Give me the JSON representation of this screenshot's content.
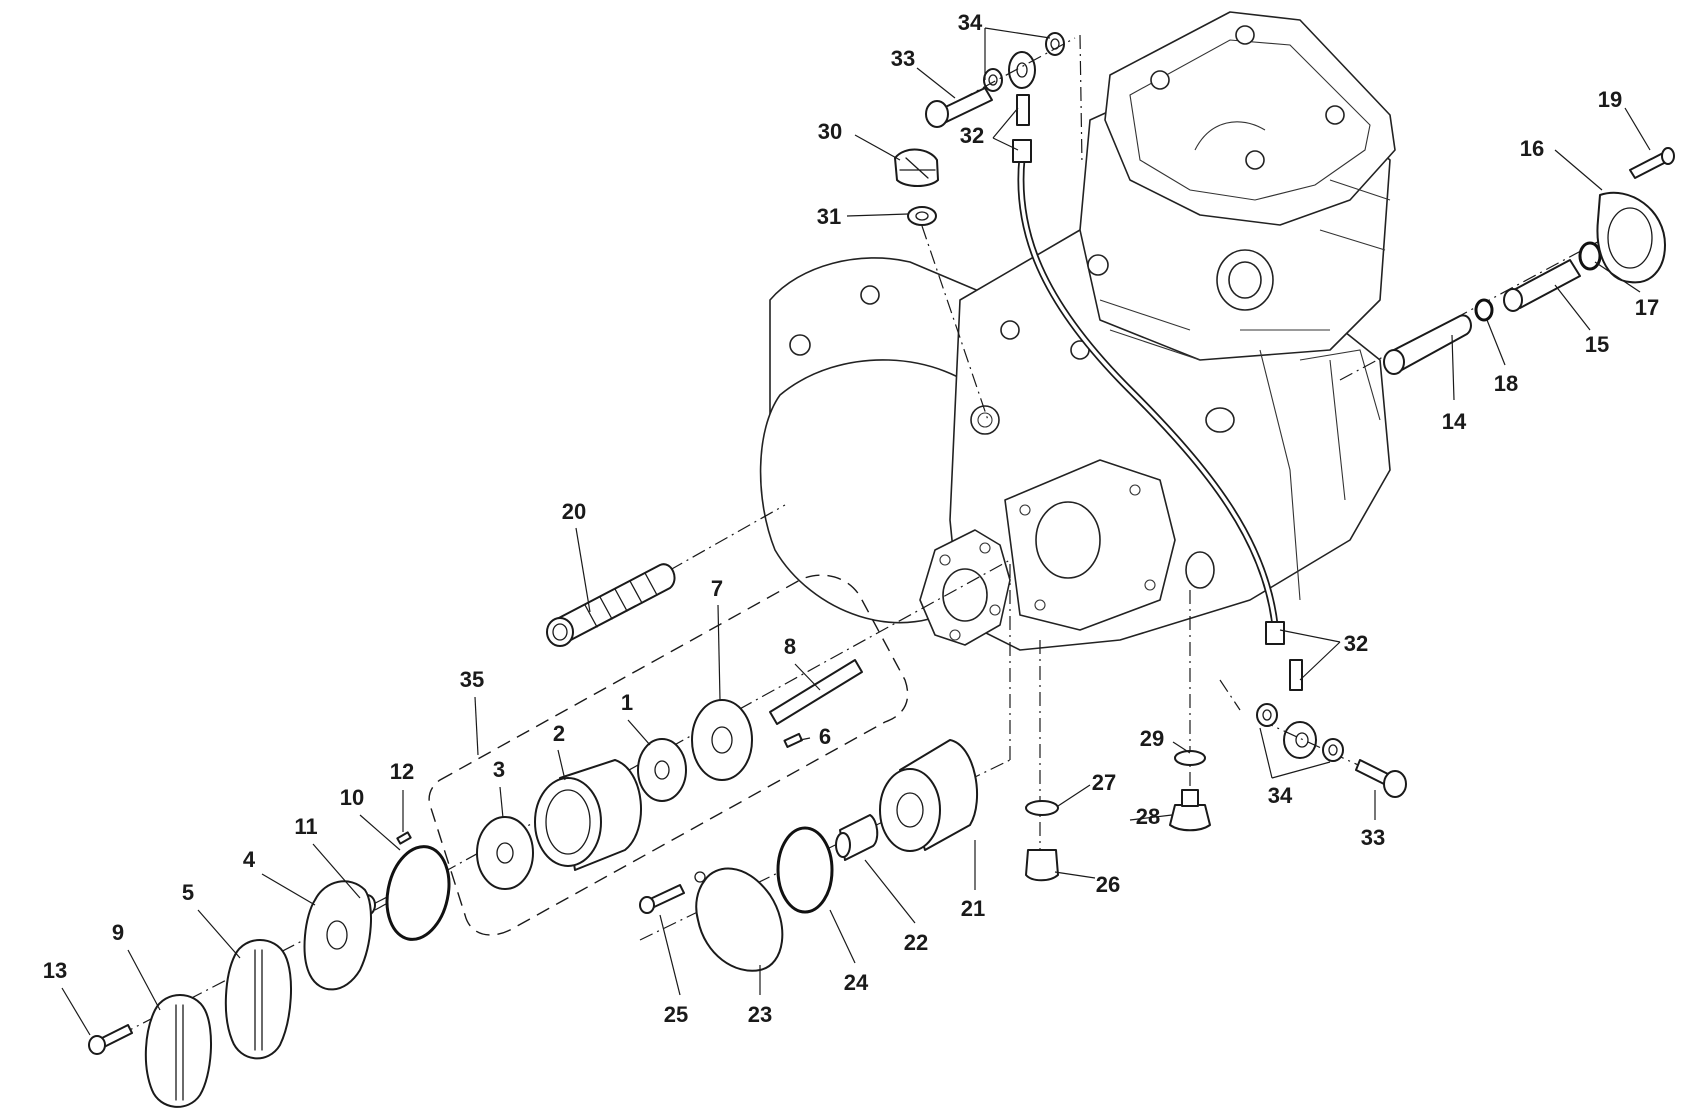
{
  "diagram": {
    "title": "Oil pump, oil filter and oil lines — exploded parts view",
    "callout_color": "#1a1a1a",
    "background": "#ffffff"
  },
  "parts": {
    "p1": "1",
    "p2": "2",
    "p3": "3",
    "p4": "4",
    "p5": "5",
    "p6": "6",
    "p7": "7",
    "p8": "8",
    "p9": "9",
    "p10": "10",
    "p11": "11",
    "p12": "12",
    "p13": "13",
    "p14": "14",
    "p15": "15",
    "p16": "16",
    "p17": "17",
    "p18": "18",
    "p19": "19",
    "p20": "20",
    "p21": "21",
    "p22": "22",
    "p23": "23",
    "p24": "24",
    "p25": "25",
    "p26": "26",
    "p27": "27",
    "p28": "28",
    "p29": "29",
    "p30": "30",
    "p31": "31",
    "p32_top": "32",
    "p32_bottom": "32",
    "p33_top": "33",
    "p33_bottom": "33",
    "p34_top": "34",
    "p34_bottom": "34",
    "p35": "35"
  }
}
